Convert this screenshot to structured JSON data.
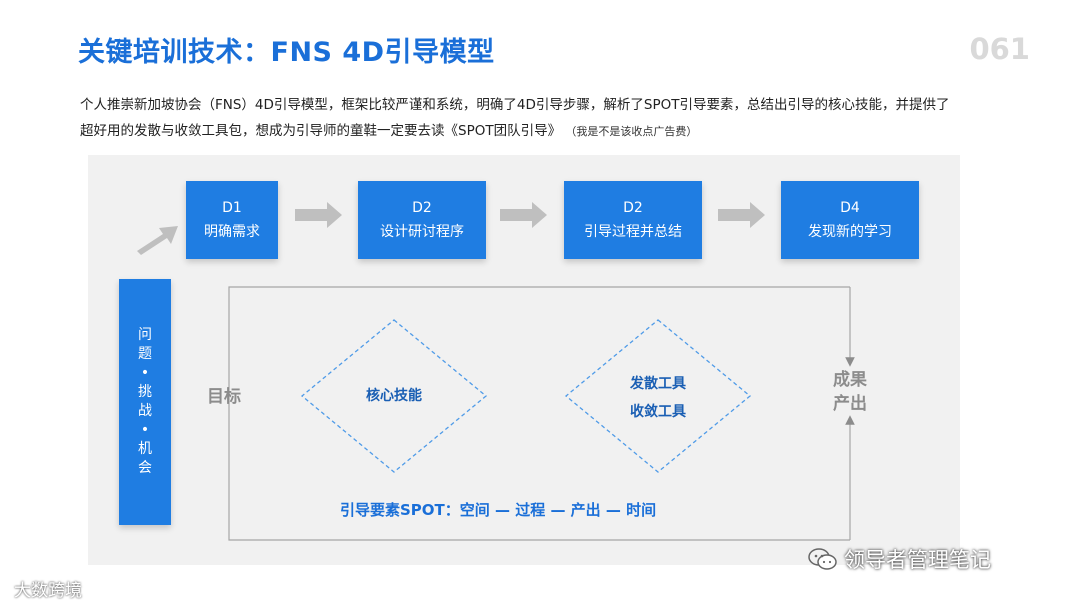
{
  "header": {
    "title": "关键培训技术：FNS 4D引导模型",
    "page_number": "061"
  },
  "description": {
    "text": "个人推崇新加坡协会（FNS）4D引导模型，框架比较严谨和系统，明确了4D引导步骤，解析了SPOT引导要素，总结出引导的核心技能，并提供了超好用的发散与收敛工具包，想成为引导师的童鞋一定要去读《SPOT团队引导》",
    "note": "（我是不是该收点广告费）"
  },
  "steps": [
    {
      "code": "D1",
      "label": "明确需求"
    },
    {
      "code": "D2",
      "label": "设计研讨程序"
    },
    {
      "code": "D2",
      "label": "引导过程并总结"
    },
    {
      "code": "D4",
      "label": "发现新的学习"
    }
  ],
  "side_box": {
    "lines": [
      "问",
      "题",
      "•",
      "挑",
      "战",
      "•",
      "机",
      "会"
    ]
  },
  "diagram": {
    "goal_label": "目标",
    "output_label_1": "成果",
    "output_label_2": "产出",
    "diamond_left": "核心技能",
    "diamond_right_1": "发散工具",
    "diamond_right_2": "收敛工具",
    "spot_line": "引导要素SPOT：空间 — 过程 — 产出 — 时间"
  },
  "watermarks": {
    "left": "大数跨境",
    "right": "领导者管理笔记"
  },
  "colors": {
    "accent": "#1f7de2",
    "title": "#1a6fd8",
    "arrow": "#b3b3b3"
  }
}
